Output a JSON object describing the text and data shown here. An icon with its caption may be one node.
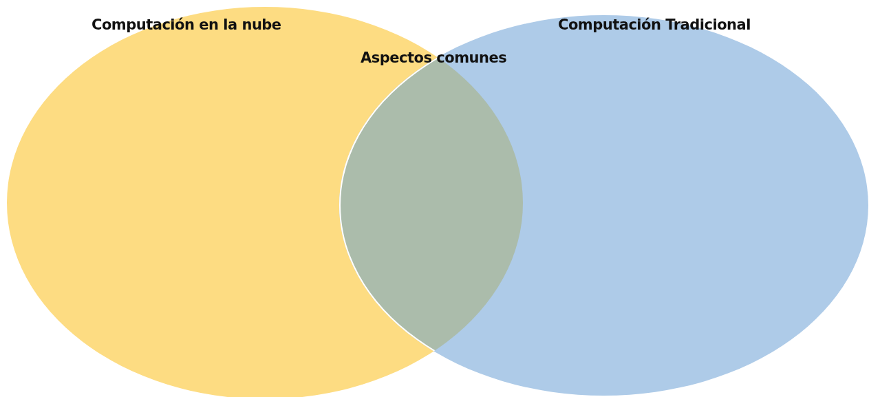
{
  "diagram": {
    "nodes": [
      {
        "text": [
          "Computación en la nube"
        ]
      },
      {
        "text": [
          "Computación Tradicional"
        ]
      }
    ],
    "labels": [
      "Aspectos comunes"
    ]
  }
}
